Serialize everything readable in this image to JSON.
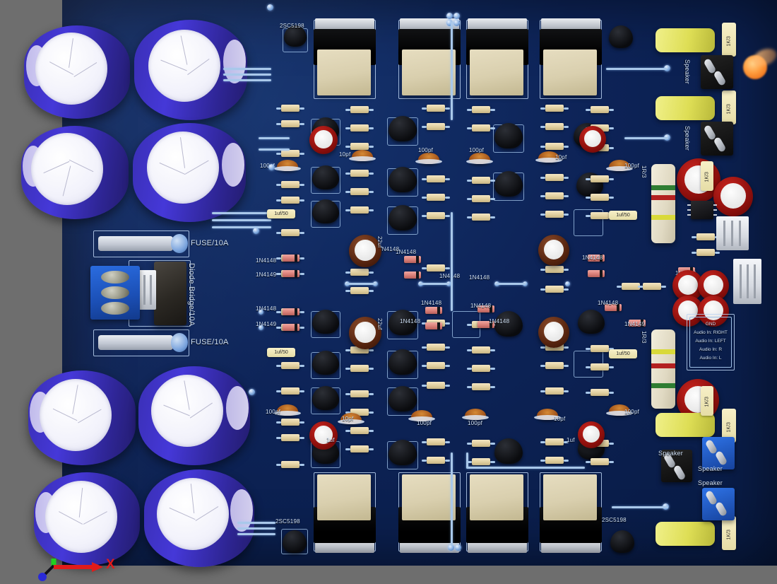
{
  "app": {
    "view_name": "pcb-3d-viewer",
    "background_color": "#6e6e6e",
    "board_color": "#0d2357",
    "silkscreen_color": "#cfe0f5"
  },
  "axis_gizmo": {
    "name": "axis-indicator",
    "x_label": "X",
    "x_color": "#e01b1b",
    "y_color": "#1fd11f",
    "z_color": "#2a2ad8"
  },
  "power_input": {
    "fuse_top_label": "FUSE/10A",
    "fuse_bottom_label": "FUSE/10A",
    "bridge_label": "Diode Bridge/10A"
  },
  "component_labels": {
    "transistor_top_left": "2SC5198",
    "transistor_bottom_left": "2SC5198",
    "transistor_bottom_right": "2SC5198",
    "diode_1n4148": "1N4148",
    "diode_1n4149": "1N4149",
    "cap_100pf": "100pf",
    "cap_10pf": "10pf",
    "cap_22uf": "22uf",
    "cap_1uf": "1uf",
    "res_1k": "1K/3",
    "res_1r": "1R/3",
    "tag_1uf50": "1uf/50"
  },
  "outputs": {
    "speaker_1": "Speaker",
    "speaker_2": "Speaker",
    "speaker_3": "Speaker",
    "speaker_4": "Speaker",
    "speaker_5": "Speaker"
  },
  "info_box": {
    "lines": [
      "GND",
      "Audio In: RIGHT",
      "Audio In: LEFT",
      "Audio In: R",
      "Audio In: L"
    ]
  },
  "silk_values": {
    "tags": [
      "1uf/50",
      "1uf/50",
      "1K/3",
      "1K/3"
    ],
    "caps_100pf": [
      "100pf",
      "100pf",
      "100pf",
      "100pf",
      "100pf",
      "100pf",
      "100pf",
      "100pf"
    ],
    "caps_10pf": [
      "10pf",
      "10pf",
      "10pf",
      "10pf"
    ],
    "caps_22uf": [
      "22uf",
      "22uf"
    ],
    "caps_1uf": [
      "1uf",
      "1uf"
    ]
  },
  "big_caps": {
    "count": 8,
    "body_color": "#4538d8",
    "top_color": "#ffffff"
  },
  "power_transistors": {
    "count": 8,
    "package": "TO-3P",
    "body_color": "#e6ddc0"
  }
}
